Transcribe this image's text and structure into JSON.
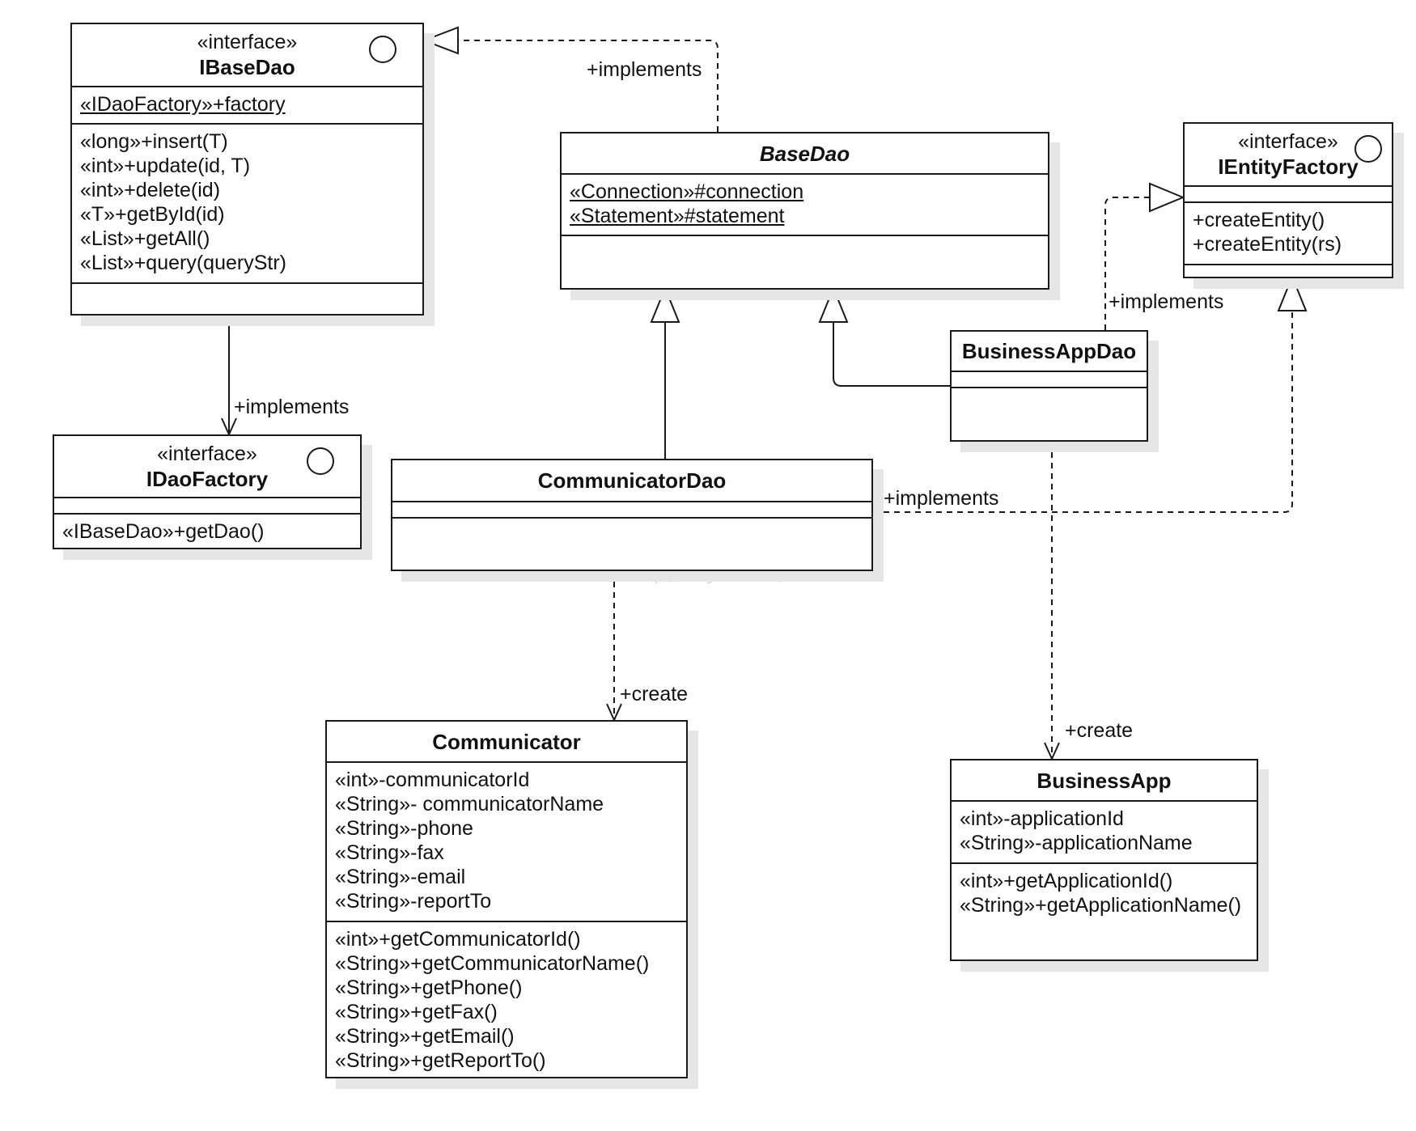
{
  "diagram": {
    "ibasedao": {
      "stereotype": "«interface»",
      "name": "IBaseDao",
      "attributes": [
        "«IDaoFactory»+factory"
      ],
      "operations": [
        "«long»+insert(T)",
        "«int»+update(id, T)",
        "«int»+delete(id)",
        "«T»+getById(id)",
        "«List»+getAll()",
        "«List»+query(queryStr)"
      ]
    },
    "idaofactory": {
      "stereotype": "«interface»",
      "name": "IDaoFactory",
      "operations": [
        "«IBaseDao»+getDao()"
      ]
    },
    "basedao": {
      "name": "BaseDao",
      "attributes": [
        "«Connection»#connection",
        "«Statement»#statement"
      ]
    },
    "ientityfactory": {
      "stereotype": "«interface»",
      "name": "IEntityFactory",
      "operations": [
        "+createEntity()",
        "+createEntity(rs)"
      ]
    },
    "businessappdao": {
      "name": "BusinessAppDao"
    },
    "communicatordao": {
      "name": "CommunicatorDao"
    },
    "communicator": {
      "name": "Communicator",
      "attributes": [
        "«int»-communicatorId",
        "«String»- communicatorName",
        "«String»-phone",
        "«String»-fax",
        "«String»-email",
        "«String»-reportTo"
      ],
      "operations": [
        "«int»+getCommunicatorId()",
        "«String»+getCommunicatorName()",
        "«String»+getPhone()",
        "«String»+getFax()",
        "«String»+getEmail()",
        "«String»+getReportTo()"
      ]
    },
    "businessapp": {
      "name": "BusinessApp",
      "attributes": [
        "«int»-applicationId",
        "«String»-applicationName"
      ],
      "operations": [
        "«int»+getApplicationId()",
        "«String»+getApplicationName()"
      ]
    }
  },
  "relations": {
    "basedao_implements": "+implements",
    "ibasedao_implements": "+implements",
    "businessappdao_implements": "+implements",
    "communicatordao_implements": "+implements",
    "communicatordao_create": "+create",
    "businessappdao_create": "+create"
  },
  "watermark": "http://blog.csdn.net/"
}
